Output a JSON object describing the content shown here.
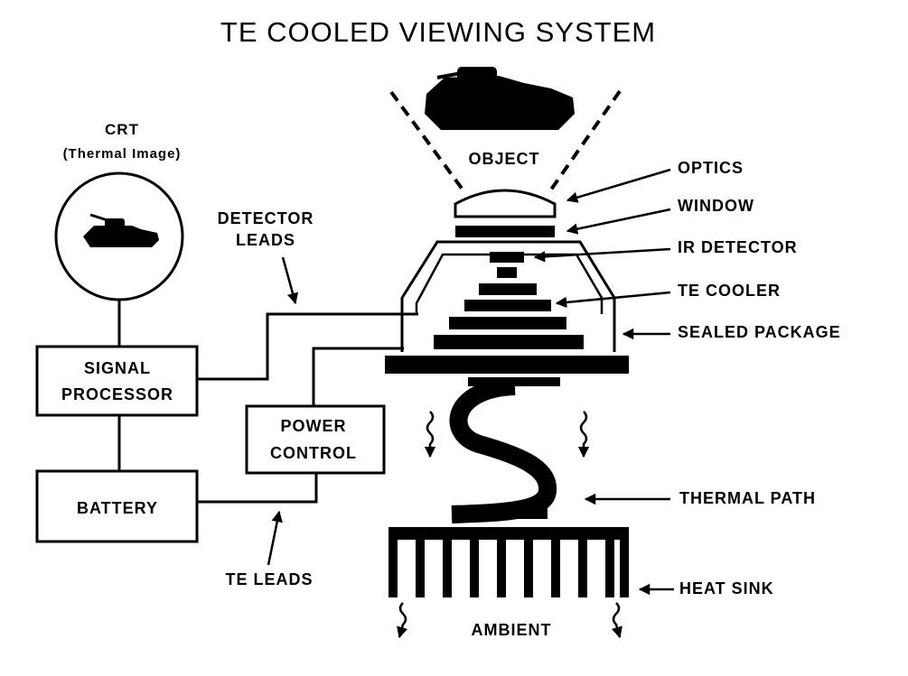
{
  "title": "TE COOLED VIEWING SYSTEM",
  "crt": {
    "label": "CRT",
    "sublabel": "(Thermal Image)"
  },
  "object_label": "OBJECT",
  "detector_leads": {
    "line1": "DETECTOR",
    "line2": "LEADS"
  },
  "signal_processor": {
    "line1": "SIGNAL",
    "line2": "PROCESSOR"
  },
  "power_control": {
    "line1": "POWER",
    "line2": "CONTROL"
  },
  "battery": "BATTERY",
  "te_leads": "TE LEADS",
  "ambient": "AMBIENT",
  "callouts": {
    "optics": "OPTICS",
    "window": "WINDOW",
    "ir_detector": "IR DETECTOR",
    "te_cooler": "TE COOLER",
    "sealed_package": "SEALED PACKAGE",
    "thermal_path": "THERMAL PATH",
    "heat_sink": "HEAT SINK"
  }
}
